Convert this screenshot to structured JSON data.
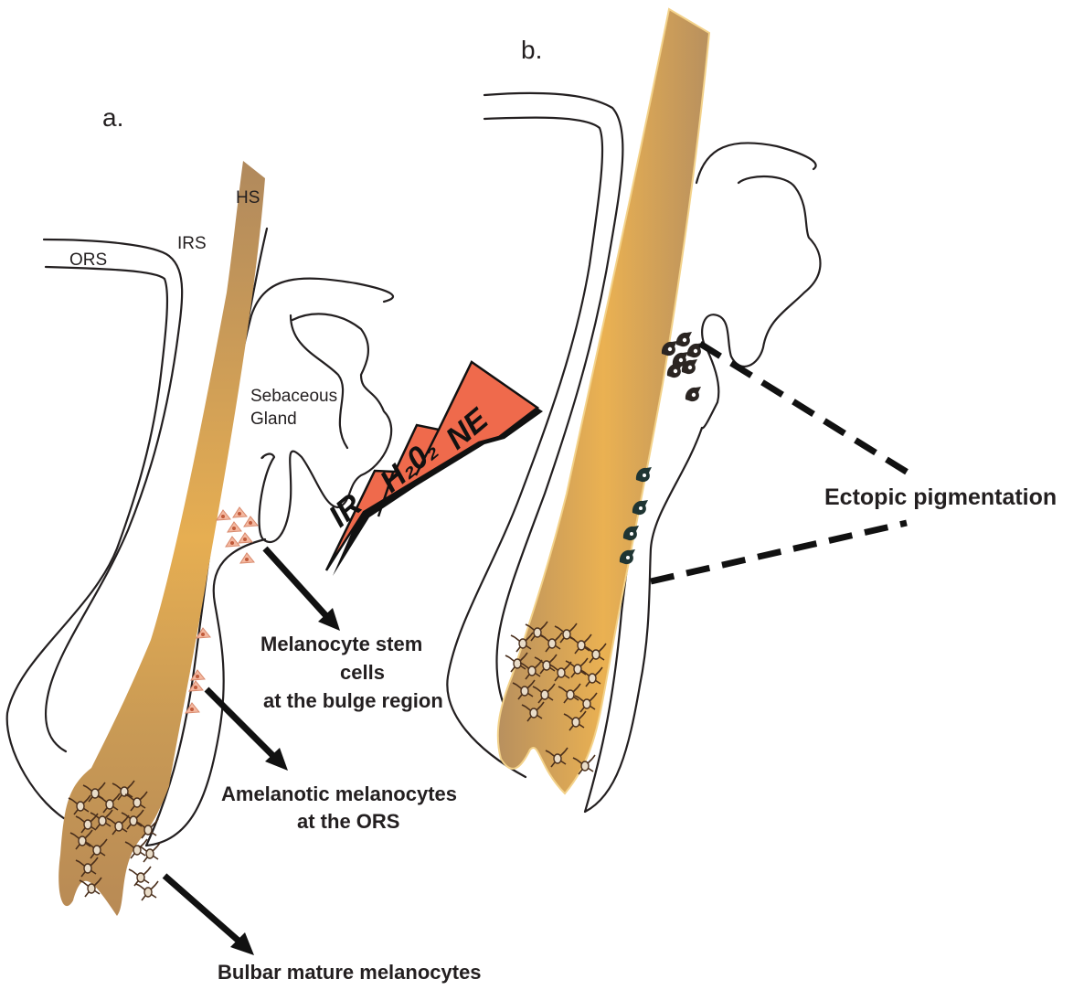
{
  "panels": {
    "a": "a.",
    "b": "b."
  },
  "structures": {
    "hs": "HS",
    "irs": "IRS",
    "ors": "ORS",
    "sebaceous_line1": "Sebaceous",
    "sebaceous_line2": "Gland"
  },
  "stressors": {
    "ir": "IR",
    "h2o2": "H₂0₂",
    "ne": "NE"
  },
  "labels": {
    "stem_line1": "Melanocyte stem",
    "stem_line2": "cells",
    "stem_line3": "at the bulge region",
    "amelanotic_line1": "Amelanotic melanocytes",
    "amelanotic_line2": "at the ORS",
    "bulbar": "Bulbar mature melanocytes",
    "ectopic": "Ectopic pigmentation"
  },
  "colors": {
    "hair_shaft_light": "#f0b64e",
    "hair_shaft_dark": "#b0895d",
    "stress_bolt": "#ef6a4c",
    "stem_cell": "#f4b8a0",
    "pigmented_cell": "#2b2522"
  }
}
